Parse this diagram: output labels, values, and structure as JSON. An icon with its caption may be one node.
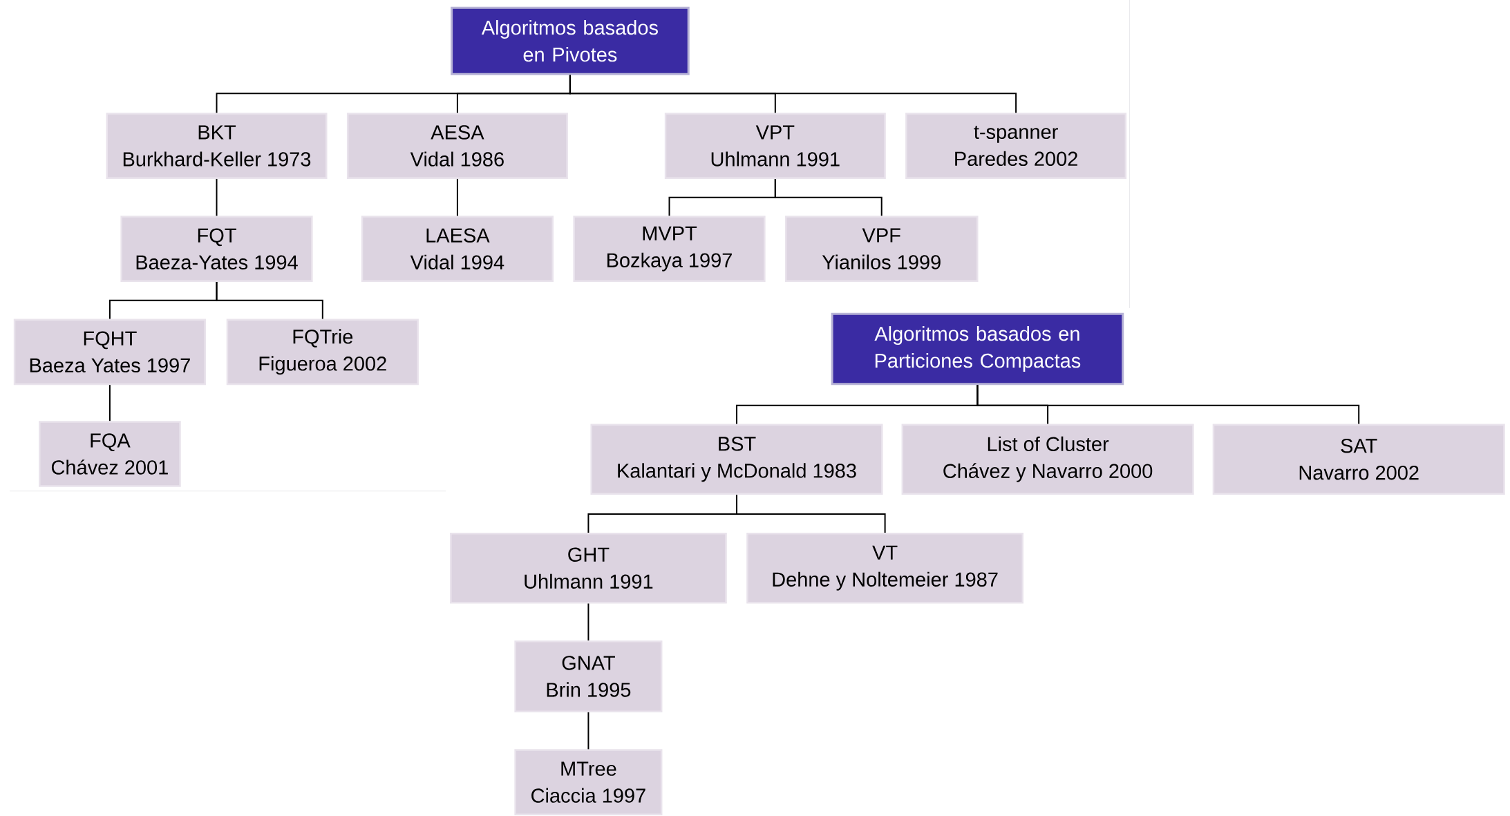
{
  "diagram": {
    "nodes": [
      {
        "text": [
          "Algoritmos basados en Pivotes"
        ]
      },
      {
        "text": [
          "BKT",
          "Burkhard-Keller 1973"
        ]
      },
      {
        "text": [
          "AESA",
          "Vidal 1986"
        ]
      },
      {
        "text": [
          "VPT",
          "Uhlmann 1991"
        ]
      },
      {
        "text": [
          "t-spanner",
          "Paredes 2002"
        ]
      },
      {
        "text": [
          "FQT",
          "Baeza-Yates 1994"
        ]
      },
      {
        "text": [
          "LAESA",
          "Vidal 1994"
        ]
      },
      {
        "text": [
          "MVPT",
          "Bozkaya 1997"
        ]
      },
      {
        "text": [
          "VPF",
          "Yianilos 1999"
        ]
      },
      {
        "text": [
          "FQHT",
          "Baeza Yates 1997"
        ]
      },
      {
        "text": [
          "FQTrie",
          "Figueroa 2002"
        ]
      },
      {
        "text": [
          "FQA",
          "Chávez 2001"
        ]
      },
      {
        "text": [
          "Algoritmos basados en Particiones Compactas"
        ]
      },
      {
        "text": [
          "BST",
          "Kalantari y McDonald 1983"
        ]
      },
      {
        "text": [
          "List of Cluster",
          "Chávez y Navarro 2000"
        ]
      },
      {
        "text": [
          "SAT",
          "Navarro 2002"
        ]
      },
      {
        "text": [
          "GHT",
          "Uhlmann 1991"
        ]
      },
      {
        "text": [
          "VT",
          "Dehne y Noltemeier 1987"
        ]
      },
      {
        "text": [
          "GNAT",
          "Brin 1995"
        ]
      },
      {
        "text": [
          "MTree",
          "Ciaccia 1997"
        ]
      }
    ],
    "edges": [
      {
        "from": 0,
        "to": 1,
        "arrow": "none"
      },
      {
        "from": 0,
        "to": 2,
        "arrow": "none"
      },
      {
        "from": 0,
        "to": 3,
        "arrow": "none"
      },
      {
        "from": 0,
        "to": 4,
        "arrow": "none"
      },
      {
        "from": 1,
        "to": 5,
        "arrow": "none"
      },
      {
        "from": 2,
        "to": 6,
        "arrow": "none"
      },
      {
        "from": 3,
        "to": 7,
        "arrow": "none"
      },
      {
        "from": 3,
        "to": 8,
        "arrow": "none"
      },
      {
        "from": 5,
        "to": 9,
        "arrow": "none"
      },
      {
        "from": 5,
        "to": 10,
        "arrow": "none"
      },
      {
        "from": 9,
        "to": 11,
        "arrow": "none"
      },
      {
        "from": 12,
        "to": 13,
        "arrow": "none"
      },
      {
        "from": 12,
        "to": 14,
        "arrow": "none"
      },
      {
        "from": 12,
        "to": 15,
        "arrow": "none"
      },
      {
        "from": 13,
        "to": 16,
        "arrow": "none"
      },
      {
        "from": 13,
        "to": 17,
        "arrow": "none"
      },
      {
        "from": 16,
        "to": 18,
        "arrow": "none"
      },
      {
        "from": 18,
        "to": 19,
        "arrow": "none"
      }
    ]
  }
}
